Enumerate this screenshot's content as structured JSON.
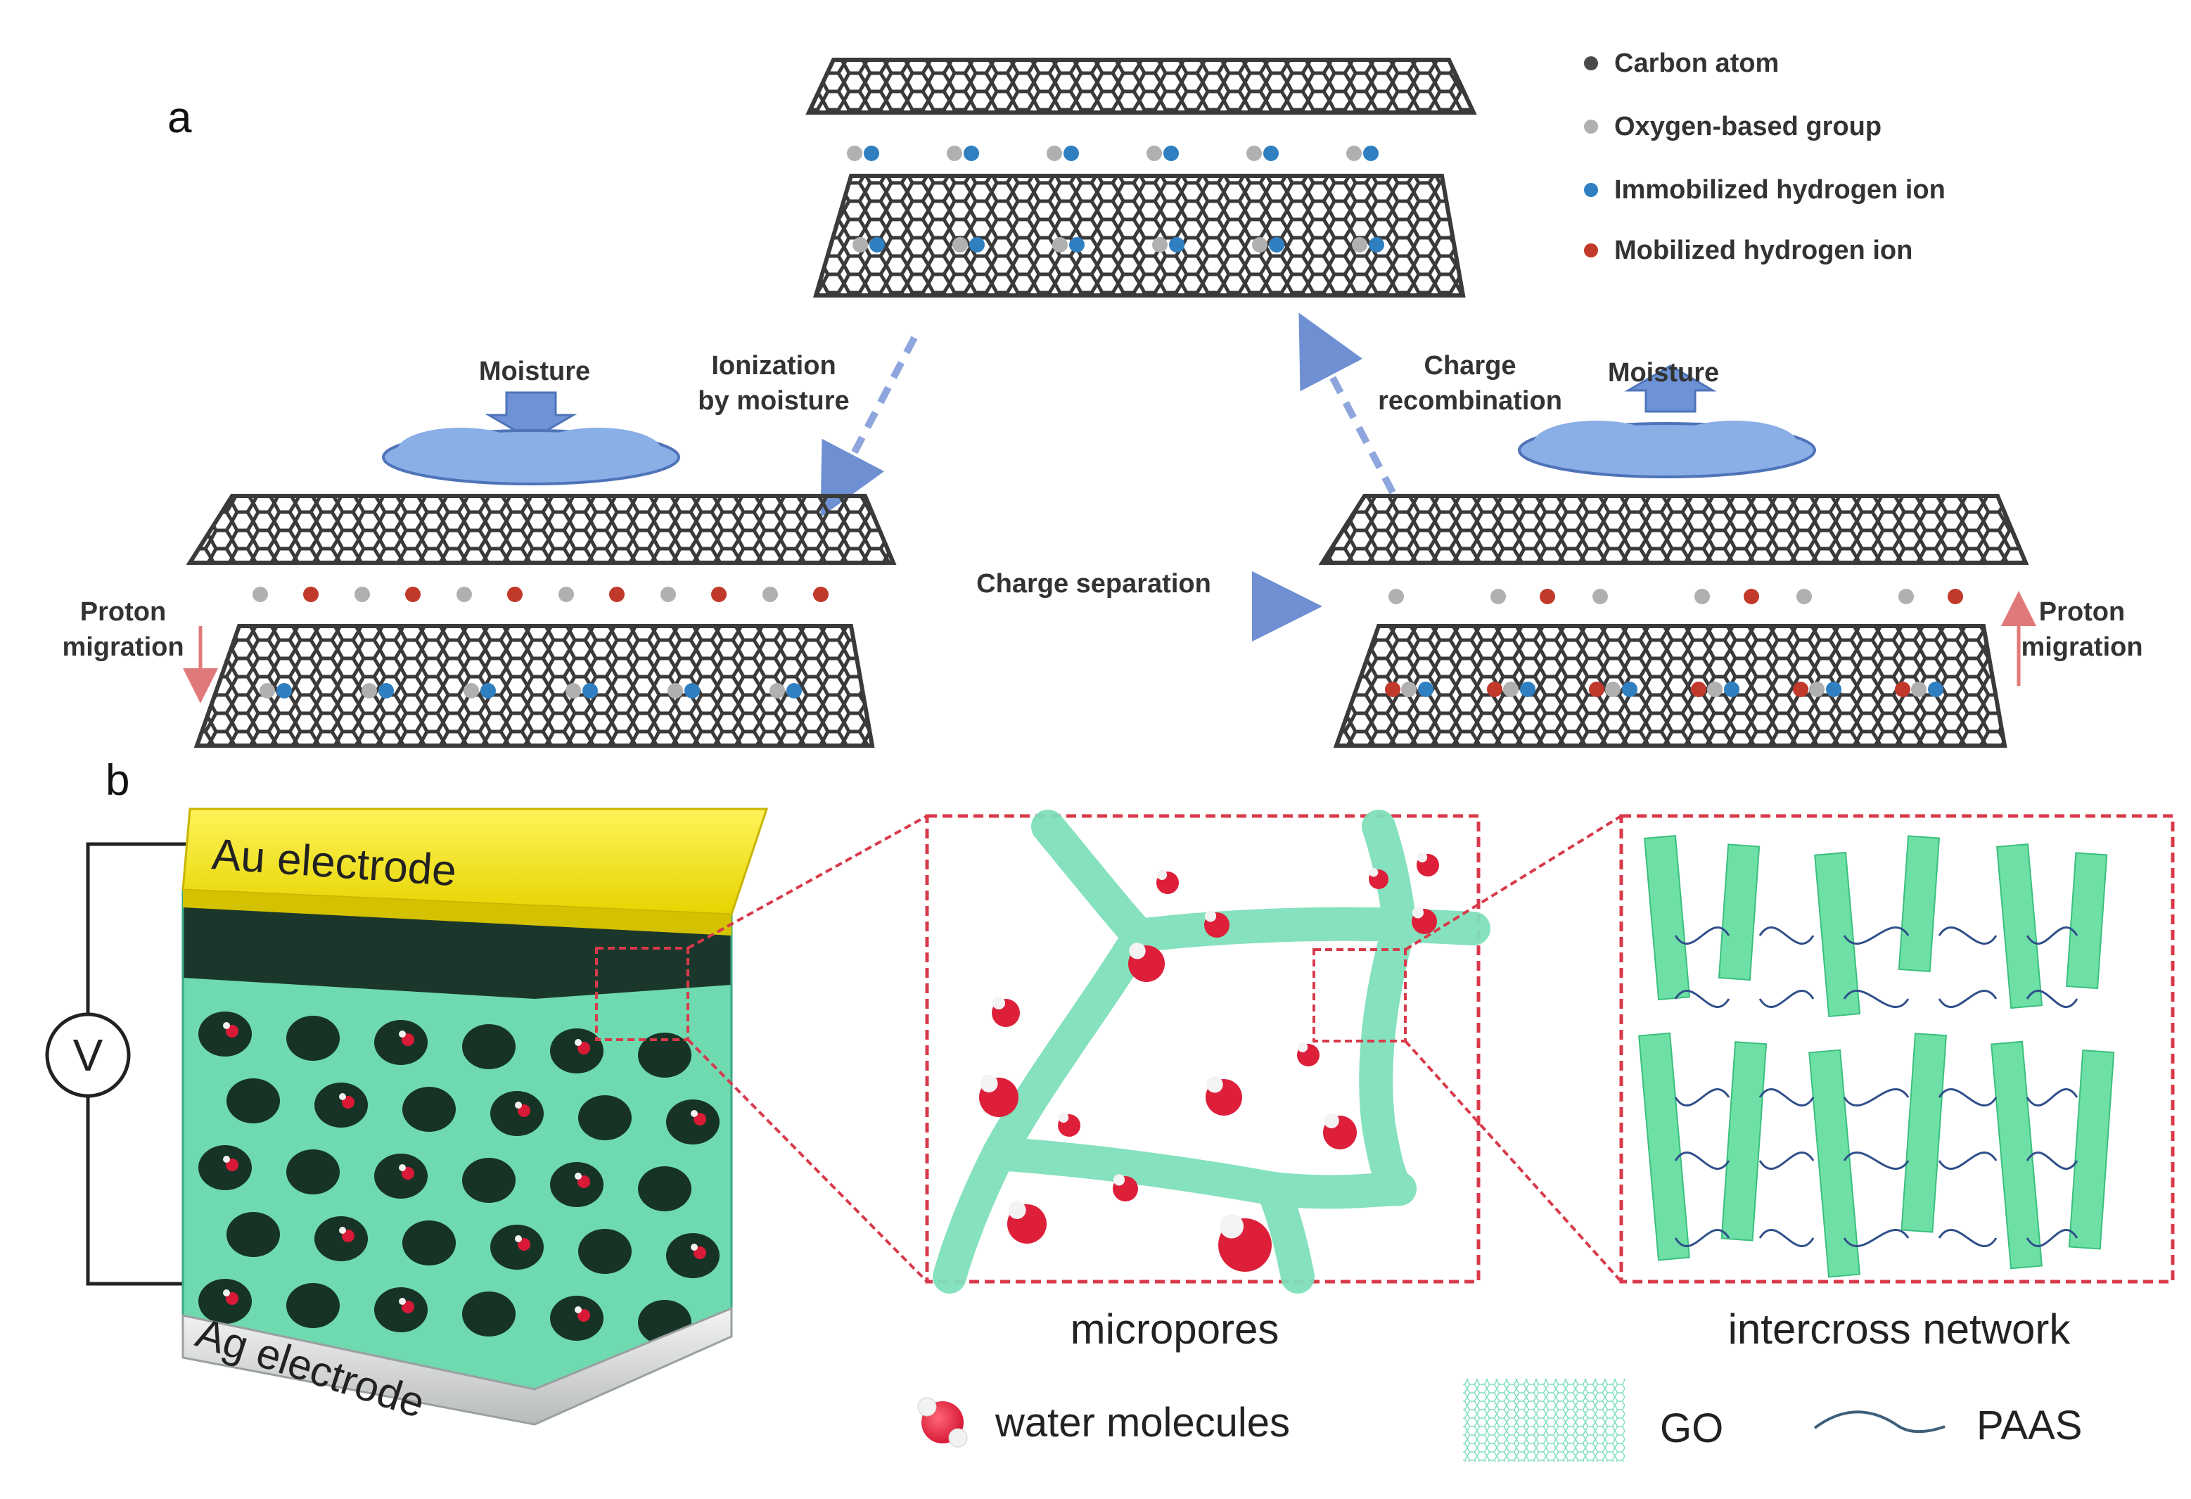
{
  "panels": {
    "a": "a",
    "b": "b"
  },
  "legend": [
    {
      "label": "Carbon atom",
      "color": "#4a4a4a"
    },
    {
      "label": "Oxygen-based group",
      "color": "#b0b0b0"
    },
    {
      "label": "Immobilized hydrogen ion",
      "color": "#2f7fc1"
    },
    {
      "label": "Mobilized hydrogen ion",
      "color": "#c0392b"
    }
  ],
  "labels": {
    "moisture_left": "Moisture",
    "moisture_right": "Moisture",
    "ionization_1": "Ionization",
    "ionization_2": "by moisture",
    "recombination_1": "Charge",
    "recombination_2": "recombination",
    "separation": "Charge separation",
    "proton_left_1": "Proton",
    "proton_left_2": "migration",
    "proton_right_1": "Proton",
    "proton_right_2": "migration"
  },
  "device": {
    "top_electrode": "Au electrode",
    "bottom_electrode": "Ag electrode",
    "voltmeter": "V"
  },
  "insets": {
    "micropores": "micropores",
    "network": "intercross network"
  },
  "bottom_legend": {
    "water": "water molecules",
    "go": "GO",
    "paas": "PAAS"
  },
  "colors": {
    "carbon": "#4a4a4a",
    "oxygen": "#b0b0b0",
    "immobilized": "#2f7fc1",
    "mobilized": "#c0392b",
    "go_green": "#6fd9b0",
    "gold": "#f4e300",
    "inset_border": "#d83a4a"
  }
}
